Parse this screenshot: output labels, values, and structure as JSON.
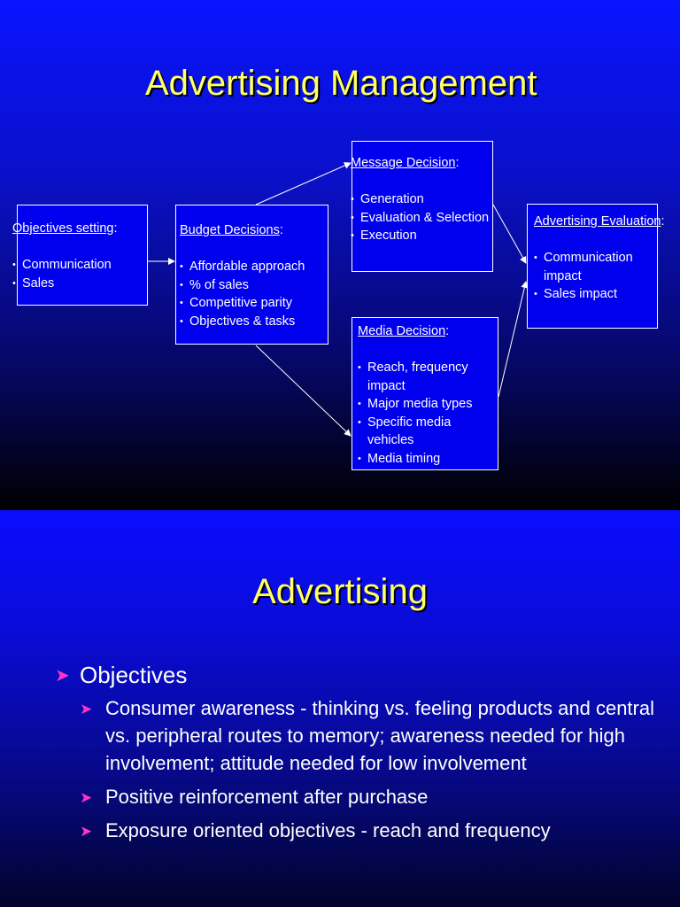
{
  "slide1": {
    "title": "Advertising Management",
    "boxes": {
      "objectives": {
        "heading": "Objectives setting",
        "items": [
          "Communication",
          "Sales"
        ]
      },
      "budget": {
        "heading": "Budget Decisions",
        "items": [
          "Affordable approach",
          "% of sales",
          "Competitive parity",
          "Objectives & tasks"
        ]
      },
      "message": {
        "heading": "Message Decision",
        "items": [
          "Generation",
          "Evaluation & Selection",
          "Execution"
        ]
      },
      "media": {
        "heading": "Media Decision",
        "items": [
          "Reach, frequency impact",
          "Major media types",
          "Specific media vehicles",
          "Media timing"
        ]
      },
      "evaluation": {
        "heading": "Advertising Evaluation",
        "items": [
          "Communication impact",
          "Sales impact"
        ]
      }
    }
  },
  "slide2": {
    "title": "Advertising",
    "bullets": [
      {
        "level": 1,
        "text": "Objectives"
      },
      {
        "level": 2,
        "text": "Consumer awareness - thinking vs. feeling products and central vs. peripheral routes to memory; awareness needed for high involvement; attitude needed for low involvement"
      },
      {
        "level": 2,
        "text": "Positive reinforcement after purchase"
      },
      {
        "level": 2,
        "text": "Exposure oriented objectives - reach and frequency"
      }
    ]
  },
  "colors": {
    "title": "#ffff66",
    "box_fill": "#0000ee",
    "bullet_arrow": "#ff33cc",
    "text": "#ffffff"
  },
  "icons": {
    "bullet_marker": "arrowhead-bullet-icon"
  }
}
